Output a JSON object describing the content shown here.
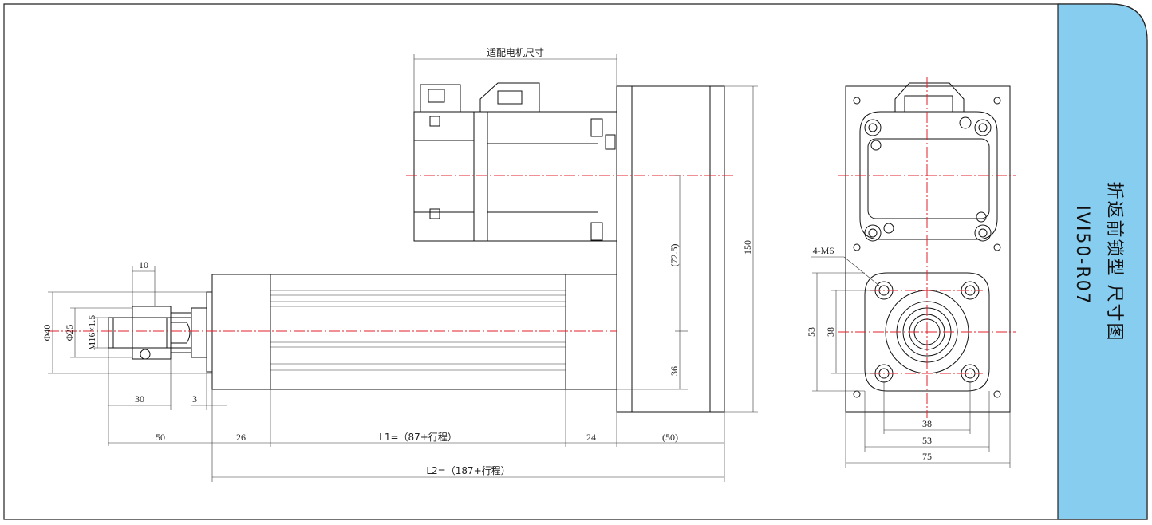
{
  "title": {
    "line1": "折返前锁型 尺寸图",
    "line2": "IVI50-R07"
  },
  "labels": {
    "motor_size": "适配电机尺寸",
    "d40": "Φ40",
    "d25": "Φ25",
    "thread": "M16×1.5",
    "hole": "4-M6"
  },
  "dims_front": {
    "d10": "10",
    "d30": "30",
    "d3": "3",
    "d50": "50",
    "d26": "26",
    "l1": "L1=（87+行程）",
    "d24": "24",
    "d50b": "(50)",
    "l2": "L2=（187+行程）",
    "d72": "(72.5)",
    "d36": "36",
    "d150": "150"
  },
  "dims_side": {
    "d53v": "53",
    "d38v": "38",
    "d38h": "38",
    "d53h": "53",
    "d75": "75"
  },
  "colors": {
    "tab": "#87cdf0",
    "center_line": "#e0202a",
    "line": "#111111"
  }
}
